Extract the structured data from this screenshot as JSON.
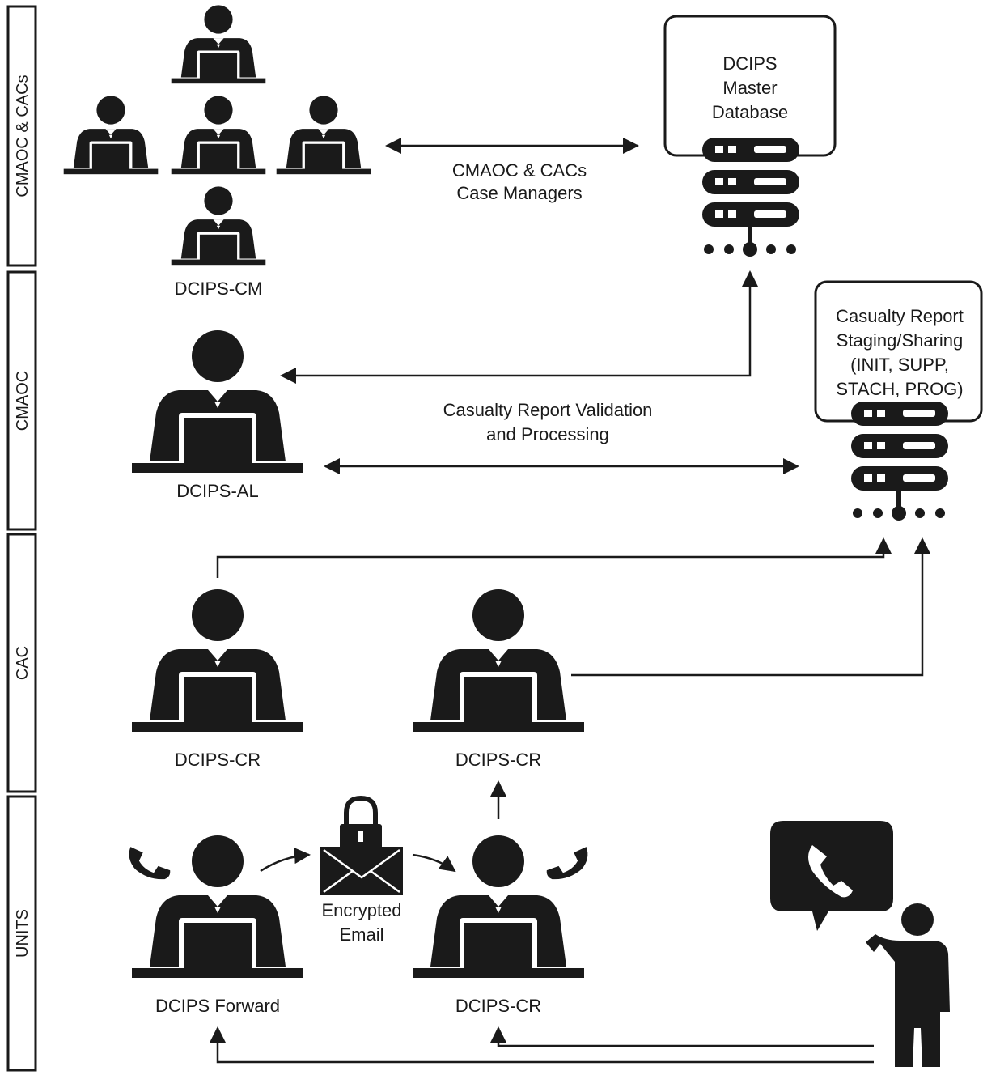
{
  "bands": [
    "CMAOC & CACs",
    "CMAOC",
    "CAC",
    "UNITS"
  ],
  "nodes": {
    "cm": "DCIPS-CM",
    "al": "DCIPS-AL",
    "cr_cac_left": "DCIPS-CR",
    "cr_cac_right": "DCIPS-CR",
    "forward": "DCIPS Forward",
    "cr_unit": "DCIPS-CR"
  },
  "databases": {
    "master": [
      "DCIPS",
      "Master",
      "Database"
    ],
    "staging": [
      "Casualty Report",
      "Staging/Sharing",
      "(INIT, SUPP,",
      "STACH, PROG)"
    ]
  },
  "edge_labels": {
    "case_managers": [
      "CMAOC & CACs",
      "Case Managers"
    ],
    "validation": [
      "Casualty Report Validation",
      "and Processing"
    ],
    "email": [
      "Encrypted",
      "Email"
    ]
  },
  "icons": [
    "person-at-laptop-icon",
    "server-rack-icon",
    "phone-icon",
    "locked-envelope-icon",
    "phone-speech-bubble-icon",
    "standing-person-icon"
  ]
}
